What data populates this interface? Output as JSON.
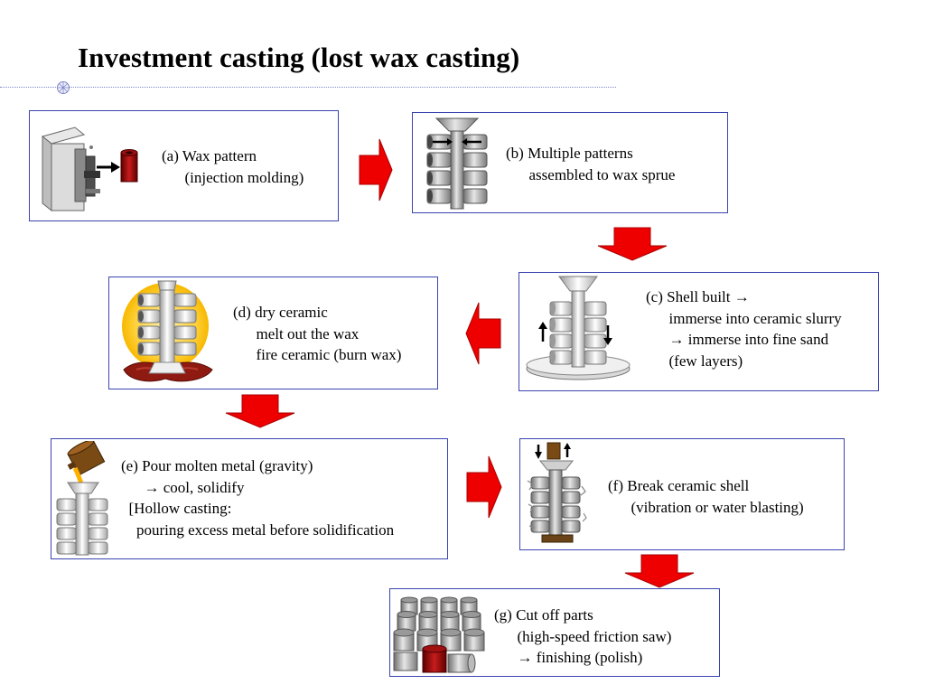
{
  "title": "Investment casting (lost wax casting)",
  "colors": {
    "arrow": "#ee0000",
    "box_border": "#3a44b0",
    "rule": "#7e86c8"
  },
  "steps": [
    {
      "id": "a",
      "lines": [
        "(a) Wax pattern",
        "      (injection molding)"
      ],
      "icon": "injection-mold-icon"
    },
    {
      "id": "b",
      "lines": [
        "(b) Multiple patterns",
        "      assembled to wax sprue"
      ],
      "icon": "wax-tree-icon"
    },
    {
      "id": "c",
      "lines": [
        "(c) Shell built →",
        "      immerse into ceramic slurry",
        "      → immerse into fine sand",
        "      (few layers)"
      ],
      "icon": "dipping-tree-icon"
    },
    {
      "id": "d",
      "lines": [
        "(d) dry ceramic",
        "      melt out the wax",
        "      fire ceramic (burn wax)"
      ],
      "icon": "dewax-tree-icon"
    },
    {
      "id": "e",
      "lines": [
        "(e) Pour molten metal (gravity)",
        "      → cool, solidify",
        "  [Hollow casting:",
        "    pouring excess metal before solidification"
      ],
      "icon": "ladle-pour-icon"
    },
    {
      "id": "f",
      "lines": [
        "(f) Break ceramic shell",
        "      (vibration or water blasting)"
      ],
      "icon": "shell-breaking-icon"
    },
    {
      "id": "g",
      "lines": [
        "(g) Cut off parts",
        "      (high-speed friction saw)",
        "      → finishing (polish)"
      ],
      "icon": "finished-parts-icon"
    }
  ]
}
